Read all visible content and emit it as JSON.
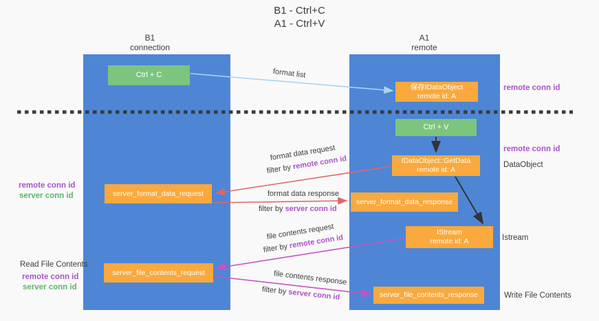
{
  "title": {
    "line1": "B1 - Ctrl+C",
    "line2": "A1 - Ctrl+V"
  },
  "lanes": {
    "left": {
      "name": "B1",
      "role": "connection"
    },
    "right": {
      "name": "A1",
      "role": "remote"
    }
  },
  "nodes": {
    "ctrl_c": {
      "label": "Ctrl + C"
    },
    "save_idataobject": {
      "line1": "保存IDataObject",
      "line2": "remote id: A"
    },
    "ctrl_v": {
      "label": "Ctrl + V"
    },
    "getdata": {
      "line1": "IDataObject::GetData",
      "line2": "remote id: A"
    },
    "format_request": {
      "label": "server_format_data_request"
    },
    "format_response": {
      "label": "server_format_data_response"
    },
    "istream": {
      "line1": "IStream",
      "line2": "remote id: A"
    },
    "file_request": {
      "label": "server_file_contents_request"
    },
    "file_response": {
      "label": "server_file_contents_response"
    }
  },
  "edge_labels": {
    "format_list": "format list",
    "format_data_request": "format data request",
    "format_data_response": "format data response",
    "file_contents_request": "file contents request",
    "file_contents_response": "file contents response",
    "filter_by": "filter by ",
    "remote_conn_id": "remote conn id",
    "server_conn_id": "server conn id"
  },
  "annotations": {
    "right_remote_conn_id_top": "remote conn id",
    "right_remote_conn_id_mid": "remote conn id",
    "dataobject": "DataObject",
    "istream": "Istream",
    "write_file_contents": "Write File Contents",
    "left_remote_conn_id_top": "remote conn id",
    "left_server_conn_id_top": "server conn id",
    "read_file_contents": "Read File Contents",
    "left_remote_conn_id_bottom": "remote conn id",
    "left_server_conn_id_bottom": "server conn id"
  },
  "colors": {
    "lane_blue": "#4e86d5",
    "box_orange": "#f9a93d",
    "box_green": "#7dc57e",
    "text_purple": "#a855c8",
    "text_green": "#5cb567",
    "arrow_red": "#e06666",
    "arrow_magenta": "#c653c6",
    "arrow_light_blue": "#aad4f2",
    "arrow_black": "#333333",
    "separator_dark": "#3b3b3b"
  }
}
